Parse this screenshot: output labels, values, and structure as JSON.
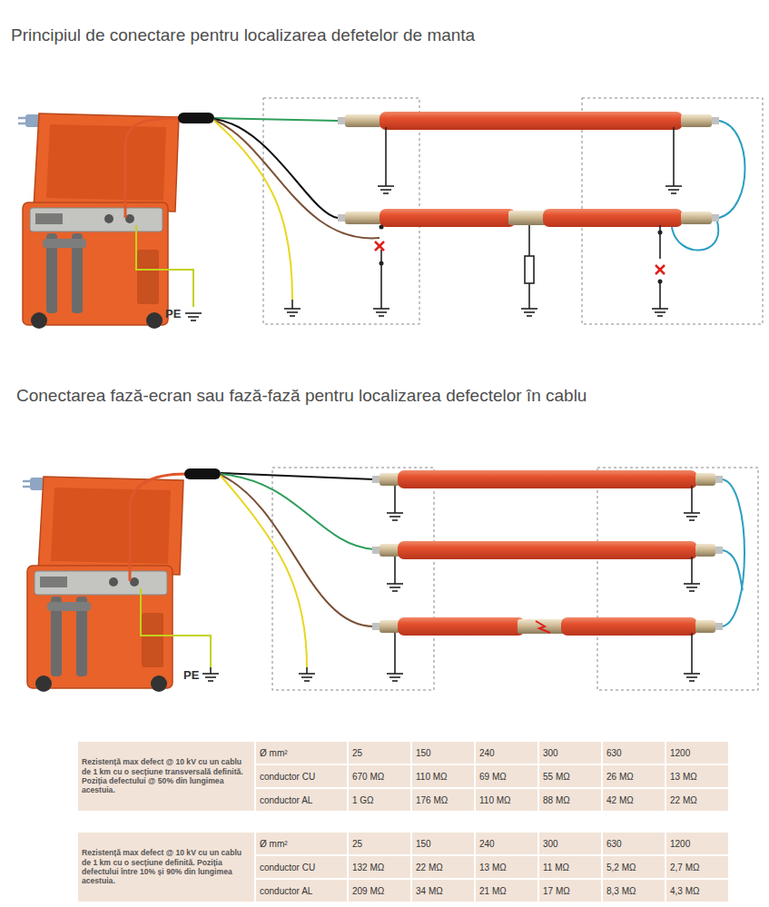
{
  "diagram": {
    "title": "Principiul de conectare pentru localizarea defetelor de manta",
    "labels": [
      "PE",
      "Conectarea fază-ecran sau fază-fază pentru localizarea defectelor în cablu",
      "PE",
      "Rezistență max defect @ 10 kV cu un cablu de 1 km cu o secțiune transversală definită. Poziția defectului @ 50% din lungimea acestuia.",
      "Ø mm²",
      "25",
      "150",
      "240",
      "300",
      "630",
      "1200",
      "conductor CU",
      "670 MΩ",
      "110 MΩ",
      "69 MΩ",
      "55 MΩ",
      "26 MΩ",
      "13 MΩ",
      "conductor AL",
      "1 GΩ",
      "176 MΩ",
      "110 MΩ",
      "88 MΩ",
      "42 MΩ",
      "22 MΩ",
      "Rezistență max defect @ 10 kV cu un cablu de 1 km cu o secțiune definită. Poziția defectului între 10% și 90% din lungimea acestuia.",
      "Ø mm²",
      "25",
      "150",
      "240",
      "300",
      "630",
      "1200",
      "conductor CU",
      "132 MΩ",
      "22 MΩ",
      "13 MΩ",
      "11 MΩ",
      "5,2 MΩ",
      "2,7 MΩ",
      "conductor AL",
      "209 MΩ",
      "34 MΩ",
      "21 MΩ",
      "17 MΩ",
      "8,3 MΩ",
      "4,3 MΩ"
    ]
  }
}
